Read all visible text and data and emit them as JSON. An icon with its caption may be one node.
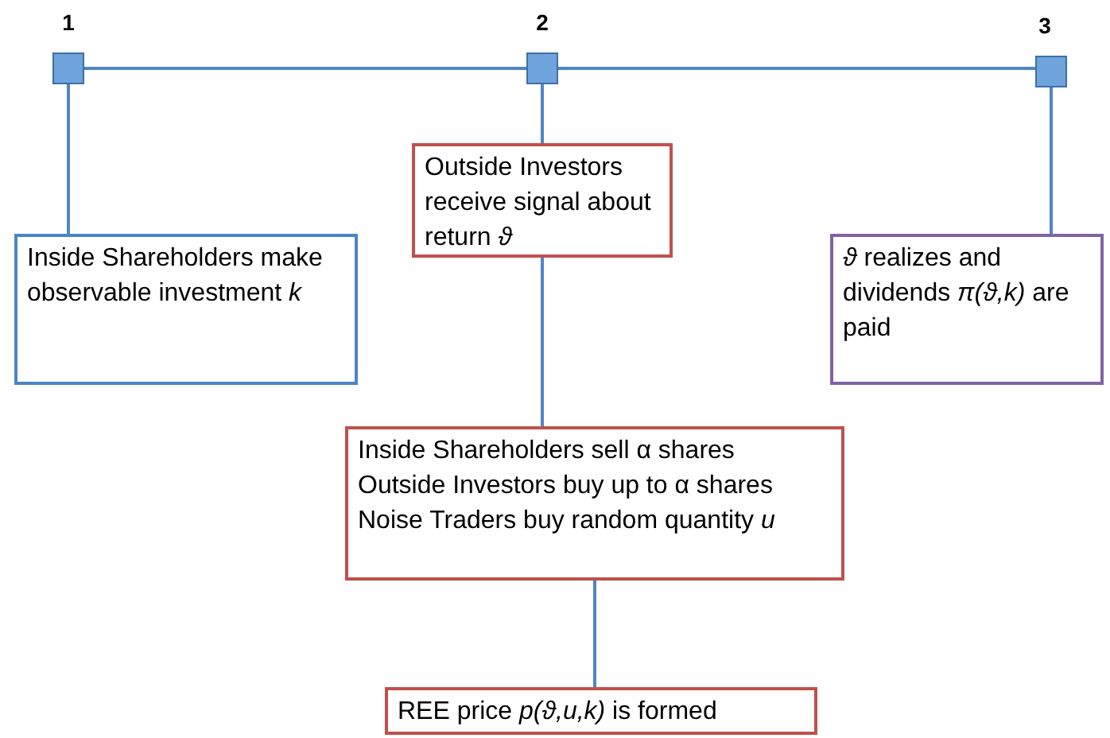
{
  "diagram": {
    "nodes": [
      {
        "text": [],
        "shape": "box",
        "beside": [
          "1"
        ]
      },
      {
        "text": [],
        "shape": "box",
        "beside": [
          "2"
        ]
      },
      {
        "text": [],
        "shape": "box",
        "beside": [
          "3"
        ]
      },
      {
        "text": [
          "Inside Shareholders make observable investment *k*"
        ]
      },
      {
        "text": [
          "Outside Investors receive signal about return *ϑ*"
        ]
      },
      {
        "text": [
          "*ϑ* realizes and dividends *π(ϑ,k)* are paid"
        ]
      },
      {
        "text": [
          "Inside Shareholders sell α shares",
          "Outside Investors buy up to α shares",
          "Noise Traders buy random quantity *u*"
        ]
      },
      {
        "text": [
          "REE price *p(ϑ,u,k)* is formed"
        ]
      }
    ],
    "edges": [
      {
        "from": 0,
        "to": 1,
        "arrow": "none"
      },
      {
        "from": 1,
        "to": 2,
        "arrow": "none"
      },
      {
        "from": 0,
        "to": 3,
        "arrow": "none"
      },
      {
        "from": 1,
        "to": 4,
        "arrow": "none"
      },
      {
        "from": 2,
        "to": 5,
        "arrow": "none"
      },
      {
        "from": 4,
        "to": 6,
        "arrow": "none"
      },
      {
        "from": 6,
        "to": 7,
        "arrow": "none"
      }
    ]
  }
}
